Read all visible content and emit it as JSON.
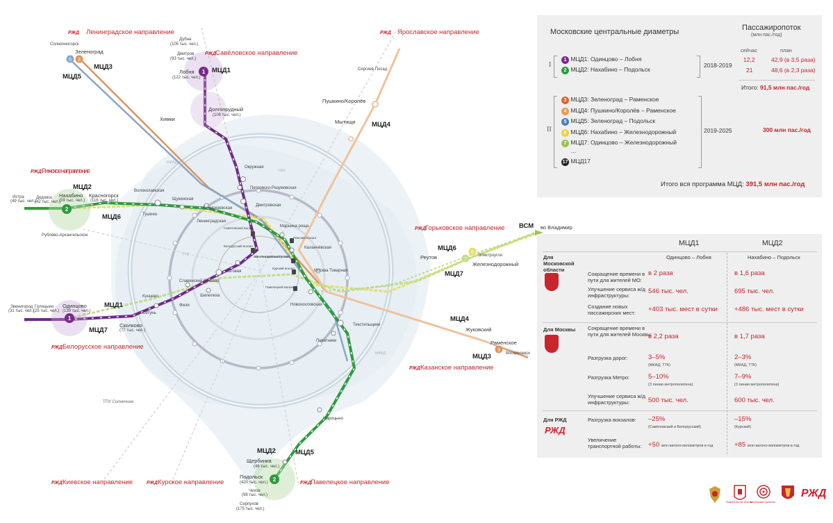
{
  "panel_top": {
    "title": "Московские центральные диаметры",
    "flow_title": "Пассажиропоток",
    "flow_sub": "(млн пас./год)",
    "col_now": "сейчас",
    "col_plan": "план",
    "stage1_roman": "I",
    "stage1_years": "2018-2019",
    "stage1": [
      {
        "num": "1",
        "color": "#7b2a8a",
        "label": "МЦД1: Одинцово – Лобня",
        "now": "12,2",
        "plan": "42,9 (в 3,5 раза)"
      },
      {
        "num": "2",
        "color": "#2f9a3e",
        "label": "МЦД2: Нахабино – Подольск",
        "now": "21",
        "plan": "48,6 (в 2,3 раза)"
      }
    ],
    "total1_label": "Итого:",
    "total1_value": "91,5 млн пас./год",
    "stage2_roman": "II",
    "stage2_years": "2019-2025",
    "stage2_value": "300 млн пас./год",
    "stage2": [
      {
        "num": "3",
        "color": "#e0632a",
        "label": "МЦД3: Зеленоград – Раменское"
      },
      {
        "num": "4",
        "color": "#e89a55",
        "label": "МЦД4: Пушкино/Королёв – Раменское"
      },
      {
        "num": "5",
        "color": "#4a7fc1",
        "label": "МЦД5: Зеленоград – Подольск"
      },
      {
        "num": "6",
        "color": "#f0d23a",
        "label": "МЦД6: Нахабино – Железнодорожный"
      },
      {
        "num": "7",
        "color": "#9cc25a",
        "label": "МЦД7: Одинцово – Железнодорожный"
      },
      {
        "num": "17",
        "color": "#222222",
        "label": "МЦД17"
      }
    ],
    "dots": "...",
    "grand_label": "Итого вся программа МЦД:",
    "grand_value": "391,5 млн пас./год"
  },
  "panel_bottom": {
    "col1_title": "МЦД1",
    "col1_sub": "Одинцово – Лобня",
    "col2_title": "МЦД2",
    "col2_sub": "Нахабино – Подольск",
    "group_mo": "Для Московской области",
    "group_msk": "Для Москвы",
    "group_rzd": "Для РЖД",
    "rzd_logo": "РЖД",
    "rows": [
      {
        "label": "Сокращение времени в пути для жителей МО:",
        "v1": "в 2 раза",
        "v2": "в 1,6 раза",
        "s1": "",
        "s2": ""
      },
      {
        "label": "Улучшение сервиса ж/д инфраструктуры:",
        "v1": "546 тыс. чел.",
        "v2": "695 тыс. чел.",
        "s1": "",
        "s2": ""
      },
      {
        "label": "Создание новых пассажирских мест:",
        "v1": "+403 тыс. мест в сутки",
        "v2": "+486 тыс. мест в сутки",
        "s1": "",
        "s2": ""
      },
      {
        "label": "Сокращение времени в пути для жителей Москвы:",
        "v1": "в 2,2 раза",
        "v2": "в 1,7 раза",
        "s1": "",
        "s2": ""
      },
      {
        "label": "Разгрузка дорог:",
        "v1": "3–5%",
        "v2": "2–3%",
        "s1": "(МКАД, ТТК)",
        "s2": "(МКАД, ТТК)"
      },
      {
        "label": "Разгрузка Метро:",
        "v1": "5–10%",
        "v2": "7–9%",
        "s1": "(3 линии метрополитена)",
        "s2": "(3 линии метрополитена)"
      },
      {
        "label": "Улучшение сервиса ж/д инфраструктуры:",
        "v1": "500 тыс. чел.",
        "v2": "600 тыс. чел.",
        "s1": "",
        "s2": ""
      },
      {
        "label": "Разгрузка вокзалов:",
        "v1": "–25%",
        "v2": "–15%",
        "s1": "(Савёловский и Белорусский)",
        "s2": "(Курский)"
      },
      {
        "label": "Увеличение транспортной работы:",
        "v1": "+50",
        "v2": "+85",
        "s1": "млн вагоно-километров в год",
        "s2": "млн вагоно-километров в год"
      }
    ]
  },
  "map": {
    "directions": {
      "leningrad": "Ленинградское направление",
      "savelovo": "Савёловское направление",
      "yaroslavl": "Ярославское направление",
      "riga": "Рижское направление",
      "gorky": "Горьковское направление",
      "belarus": "Белорусское направление",
      "kazan": "Казанское направление",
      "kiev": "Киевское направление",
      "kursk": "Курское направление",
      "paveletsky": "Павелецкое направление"
    },
    "rzd_mark": "РЖД",
    "lines": {
      "mcd1": "МЦД1",
      "mcd2": "МЦД2",
      "mcd3": "МЦД3",
      "mcd4": "МЦД4",
      "mcd5": "МЦД5",
      "mcd6": "МЦД6",
      "mcd7": "МЦД7"
    },
    "line_nums": {
      "n1": "1",
      "n2": "2",
      "n3": "3",
      "n5": "5",
      "n6": "6",
      "n7": "7"
    },
    "stations": {
      "solnech": "Солнечногорск",
      "zelenograd": "Зеленоград",
      "dubna": "Дубна",
      "dubna_pop": "(105 тыс. чел.)",
      "dmitrov": "Дмитров",
      "dmitrov_pop": "(93 тыс. чел.)",
      "lobnya": "Лобня",
      "lobnya_pop": "(122 тыс. чел.)",
      "dolgoprud": "Долгопрудный",
      "dolgoprud_pop": "(108 тыс. чел.)",
      "khimki": "Химки",
      "sergiev": "Сергиев Посад",
      "pushkino": "Пушкино/Королёв",
      "mytishchi": "Мытищи",
      "okruzh": "Окружная",
      "petrovsko": "Петровско-Разумовская",
      "dmitrovskaya": "Дмитровская",
      "istra": "Истра",
      "istra_pop": "(49 тыс. чел.)",
      "dedovsk": "Дедовск",
      "dedovsk_pop": "(42 тыс. чел.)",
      "nakhabino": "Нахабино",
      "nakhabino_pop": "(59 тыс. чел.)",
      "krasnogorsk": "Красногорск",
      "krasnogorsk_pop": "(116 тыс. чел.)",
      "volokolam": "Волоколамская",
      "tushino": "Тушино",
      "shchukinskaya": "Щукинская",
      "timiryaz": "Тимирязевская",
      "leningradskaya": "Ленинградская",
      "rublevo": "Рублёво-Архангельское",
      "savel_vokzal": "Савёловский вокзал",
      "rizh_vokzal": "Рижский вокзал",
      "bel_vokzal": "Белорусский вокзал",
      "maryina": "Марьина роща",
      "kalanch": "Каланчёвская",
      "three": "Вокзалы Ленинградский, Казанский, Ярославский",
      "kursk_vokzal": "Курский вокзал",
      "pavel_vokzal": "Павелецкий вокзал",
      "begovaya": "Беговая",
      "slavyansky": "Славянский бульвар",
      "fili": "Фили",
      "shelepikha": "Шелепиха",
      "kuntsevo": "Кунцево",
      "zvenigorod": "Звенигород",
      "zvenigorod_pop": "(31 тыс. чел.)",
      "golitsyno": "Голицыно",
      "golitsyno_pop": "(25 тыс. чел.)",
      "odintsovo": "Одинцово",
      "odintsovo_pop": "(139 тыс. чел.)",
      "skolkovo": "Сколково",
      "skolkovo_pop": "(77 тыс. чел.)",
      "setun": "Сетунь",
      "moskva_tov": "Москва Товарная",
      "novokhokh": "Новохохловская",
      "tekstil": "Текстильщики",
      "pechatniki": "Печатники",
      "tsaritsyno": "Царицыно",
      "tpu": "ТПУ Солнечная",
      "reutov": "Реутов",
      "elektrougli": "Электроугли",
      "zheleznod": "Железнодорожный",
      "zhukovsky": "Жуковский",
      "ramenskoe": "Раменское",
      "voskresensk": "Воскресенск",
      "shcherbinka": "Щербинка",
      "shcherbinka_pop": "(46 тыс. чел.)",
      "podolsk": "Подольск",
      "podolsk_pop": "(420 тыс. чел.)",
      "chekhov": "Чехов",
      "chekhov_pop": "(98 тыс. чел.)",
      "serpukhov": "Серпухов",
      "serpukhov_pop": "(175 тыс. чел.)",
      "vsm": "ВСМ",
      "vladimir": "во Владимир"
    },
    "roads": {
      "mkad": "МКАД",
      "ttk": "ТТК",
      "chord": "СВХ"
    }
  },
  "footer": {
    "gov_moscow": "Правительство Москвы",
    "transport": "Московский транспорт",
    "rzd": "РЖД"
  }
}
